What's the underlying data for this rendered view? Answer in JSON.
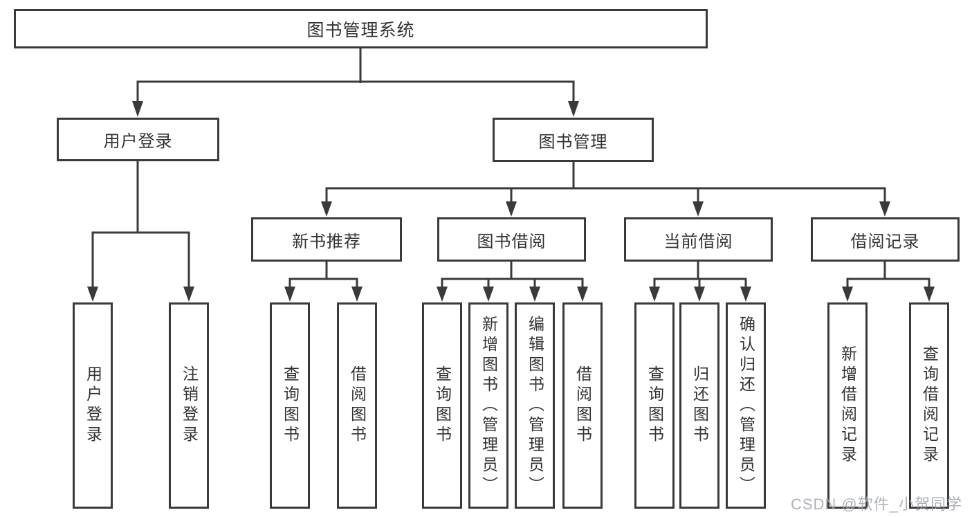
{
  "watermark": "CSDN @软件_小贺同学",
  "colors": {
    "line": "#3a3a3a",
    "box_border": "#3a3a3a",
    "text": "#333333",
    "watermark": "#a0a4aa",
    "background": "#ffffff"
  },
  "diagram": {
    "type": "hierarchy-tree",
    "root": {
      "label": "图书管理系统",
      "children": [
        {
          "label": "用户登录",
          "children": [
            {
              "label": "用户登录"
            },
            {
              "label": "注销登录"
            }
          ]
        },
        {
          "label": "图书管理",
          "children": [
            {
              "label": "新书推荐",
              "children": [
                {
                  "label": "查询图书"
                },
                {
                  "label": "借阅图书"
                }
              ]
            },
            {
              "label": "图书借阅",
              "children": [
                {
                  "label": "查询图书"
                },
                {
                  "label": "新增图书（管理员）"
                },
                {
                  "label": "编辑图书（管理员）"
                },
                {
                  "label": "借阅图书"
                }
              ]
            },
            {
              "label": "当前借阅",
              "children": [
                {
                  "label": "查询图书"
                },
                {
                  "label": "归还图书"
                },
                {
                  "label": "确认归还（管理员）"
                }
              ]
            },
            {
              "label": "借阅记录",
              "children": [
                {
                  "label": "新增借阅记录"
                },
                {
                  "label": "查询借阅记录"
                }
              ]
            }
          ]
        }
      ]
    }
  }
}
